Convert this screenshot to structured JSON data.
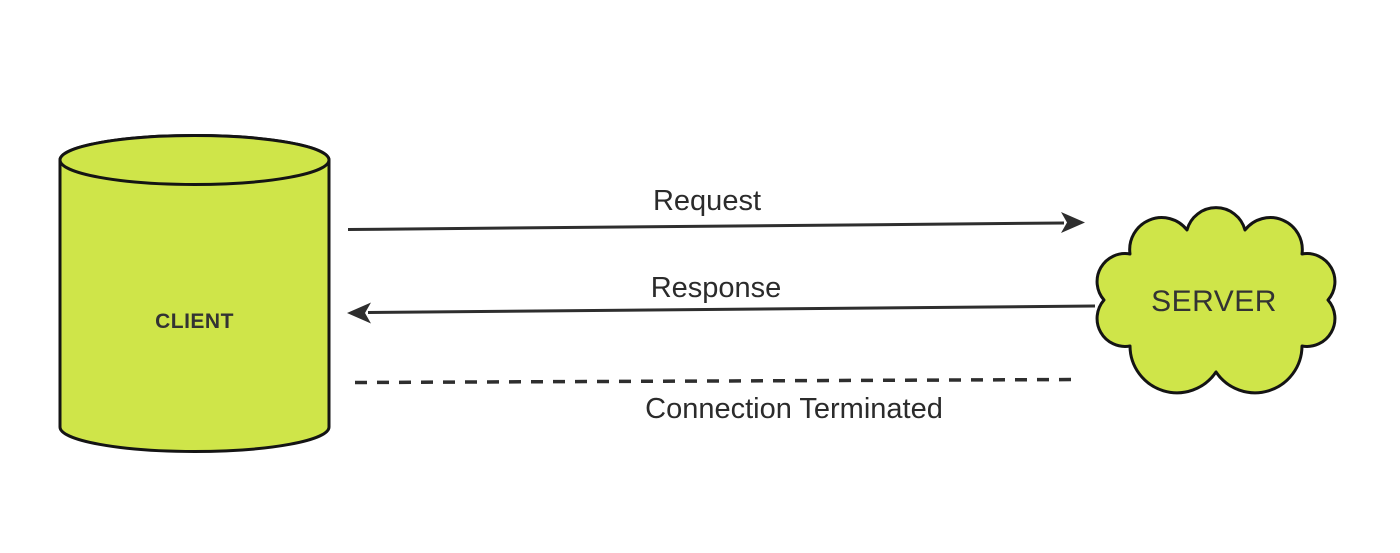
{
  "diagram": {
    "nodes": {
      "client": {
        "label": "CLIENT",
        "shape": "cylinder"
      },
      "server": {
        "label": "SERVER",
        "shape": "cloud"
      }
    },
    "messages": [
      {
        "label": "Request",
        "from": "client",
        "to": "server",
        "line": "solid",
        "arrowhead": "right"
      },
      {
        "label": "Response",
        "from": "server",
        "to": "client",
        "line": "solid",
        "arrowhead": "left"
      },
      {
        "label": "Connection Terminated",
        "from": "client",
        "to": "server",
        "line": "dashed",
        "arrowhead": "none"
      }
    ],
    "colors": {
      "background": "#ffffff",
      "node_fill": "#cfe549",
      "node_stroke": "#141414",
      "line": "#2e2e2e",
      "label_text": "#2b2b2b",
      "node_text": "#333333"
    }
  }
}
